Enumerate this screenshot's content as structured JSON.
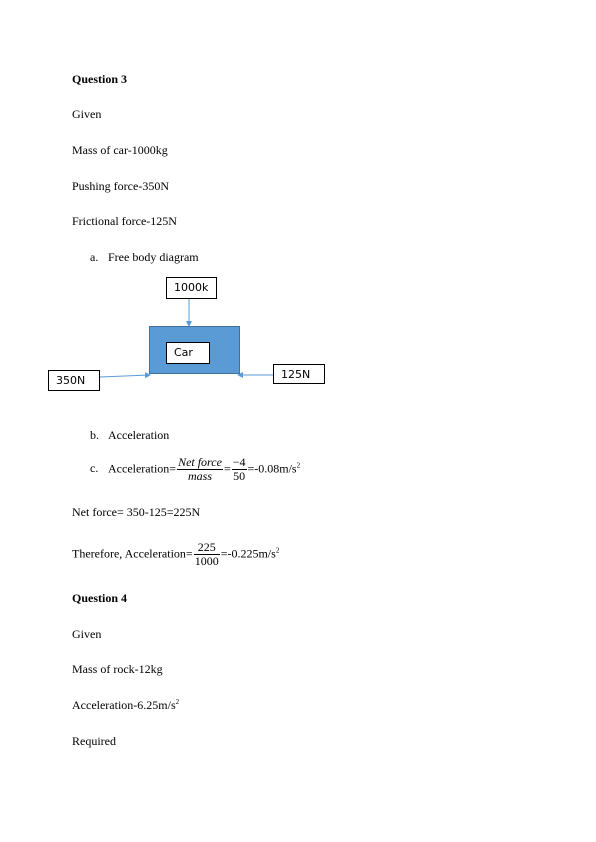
{
  "q3": {
    "title": "Question 3",
    "given": "Given",
    "mass": "Mass of car-1000kg",
    "push": "Pushing force-350N",
    "friction": "Frictional force-125N",
    "a_marker": "a.",
    "a_text": "Free body diagram",
    "diagram": {
      "top_label": "1000k",
      "car_label": "Car",
      "left_label": "350N",
      "right_label": "125N",
      "car_color": "#5b9bd5",
      "arrow_color": "#5b9bd5"
    },
    "b_marker": "b.",
    "b_text": "Acceleration",
    "c_marker": "c.",
    "c_prefix": "Acceleration=",
    "c_num": "Net force",
    "c_den": "mass",
    "c_eq": "=",
    "c_num2": "−4",
    "c_den2": "50",
    "c_result": "=-0.08m/s",
    "c_exp": "2",
    "net_force": "Net force= 350-125=225N",
    "therefore_prefix": "Therefore, Acceleration=",
    "therefore_num": "225",
    "therefore_den": "1000",
    "therefore_result": "=-0.225m/s",
    "therefore_exp": "2"
  },
  "q4": {
    "title": "Question 4",
    "given": "Given",
    "mass": "Mass of rock-12kg",
    "accel": "Acceleration-6.25m/s",
    "accel_exp": "2",
    "required": "Required"
  }
}
